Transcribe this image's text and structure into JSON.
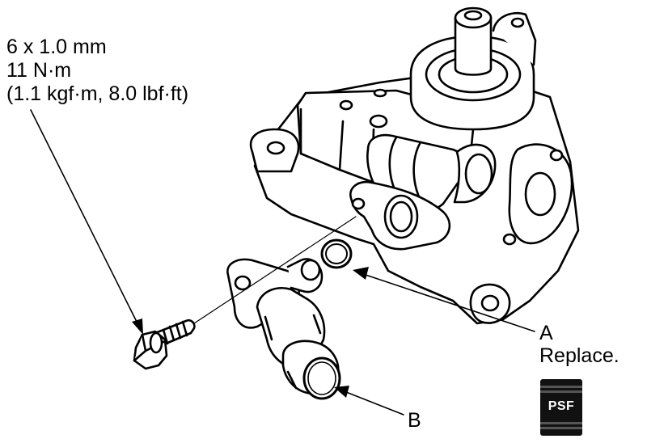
{
  "spec": {
    "bolt_size": "6 x 1.0 mm",
    "torque": "11 N·m",
    "torque_alt": "(1.1 kgf·m, 8.0 lbf·ft)"
  },
  "callouts": {
    "a_letter": "A",
    "a_note": "Replace.",
    "b_letter": "B"
  },
  "badge": {
    "text": "PSF"
  },
  "parts": {
    "pump": "power-steering-pump-body",
    "oring": "o-ring",
    "joint": "inlet-joint",
    "bolt": "flange-bolt"
  }
}
